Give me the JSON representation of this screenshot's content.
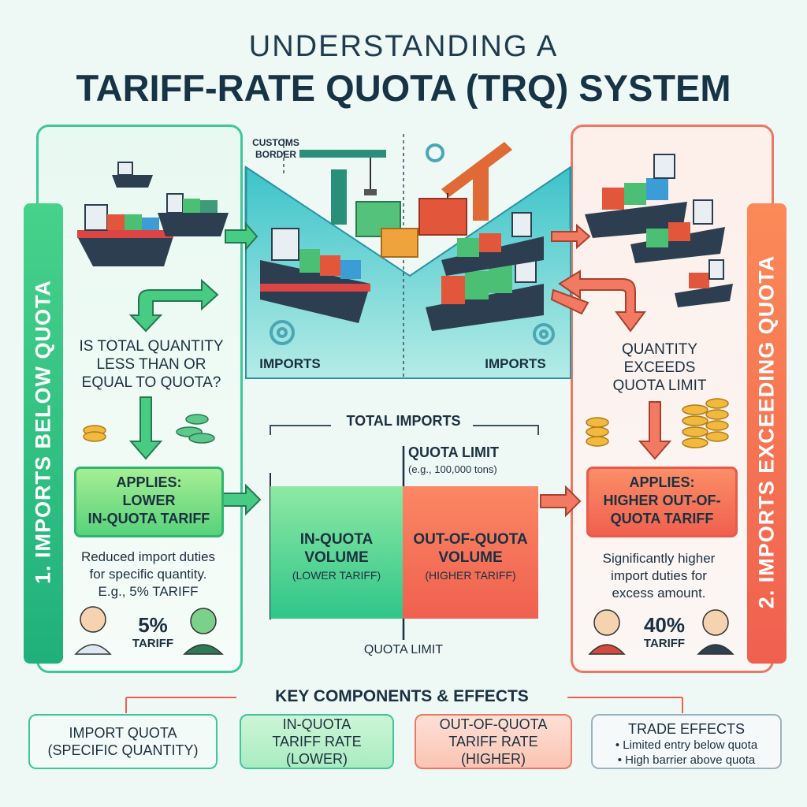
{
  "title": {
    "line1": "UNDERSTANDING A",
    "line2": "TARIFF-RATE QUOTA (TRQ) SYSTEM"
  },
  "left": {
    "section_label": "1. IMPORTS BELOW QUOTA",
    "question": "IS TOTAL QUANTITY LESS THAN OR EQUAL TO QUOTA?",
    "applies_line1": "APPLIES:",
    "applies_line2": "LOWER",
    "applies_line3": "IN-QUOTA TARIFF",
    "desc_line1": "Reduced import duties",
    "desc_line2": "for specific quantity.",
    "desc_line3": "E.g., 5% TARIFF",
    "tariff_pct": "5%",
    "tariff_word": "TARIFF"
  },
  "right": {
    "section_label": "2. IMPORTS EXCEEDING QUOTA",
    "question_line1": "QUANTITY",
    "question_line2": "EXCEEDS",
    "question_line3": "QUOTA LIMIT",
    "applies_line1": "APPLIES:",
    "applies_line2": "HIGHER OUT-OF-",
    "applies_line3": "QUOTA TARIFF",
    "desc_line1": "Significantly higher",
    "desc_line2": "import duties for",
    "desc_line3": "excess amount.",
    "tariff_pct": "40%",
    "tariff_word": "TARIFF"
  },
  "center": {
    "customs_line1": "CUSTOMS",
    "customs_line2": "BORDER",
    "imports_left": "IMPORTS",
    "imports_right": "IMPORTS",
    "total_imports": "TOTAL IMPORTS",
    "quota_limit_top": "QUOTA LIMIT",
    "quota_example": "(e.g., 100,000 tons)",
    "in_quota_line1": "IN-QUOTA",
    "in_quota_line2": "VOLUME",
    "in_quota_line3": "(LOWER TARIFF)",
    "out_quota_line1": "OUT-OF-QUOTA",
    "out_quota_line2": "VOLUME",
    "out_quota_line3": "(HIGHER TARIFF)",
    "quota_limit_bottom": "QUOTA LIMIT"
  },
  "key": {
    "heading": "KEY COMPONENTS & EFFECTS",
    "box1_line1": "IMPORT QUOTA",
    "box1_line2": "(SPECIFIC QUANTITY)",
    "box2_line1": "IN-QUOTA",
    "box2_line2": "TARIFF RATE",
    "box2_line3": "(LOWER)",
    "box3_line1": "OUT-OF-QUOTA",
    "box3_line2": "TARIFF RATE",
    "box3_line3": "(HIGHER)",
    "box4_title": "TRADE EFFECTS",
    "box4_item1": "• Limited entry below quota",
    "box4_item2": "• High barrier above quota"
  },
  "colors": {
    "green": "#2fc37f",
    "red": "#f0604f",
    "teal": "#3cc6c0",
    "dark": "#1b3040"
  }
}
